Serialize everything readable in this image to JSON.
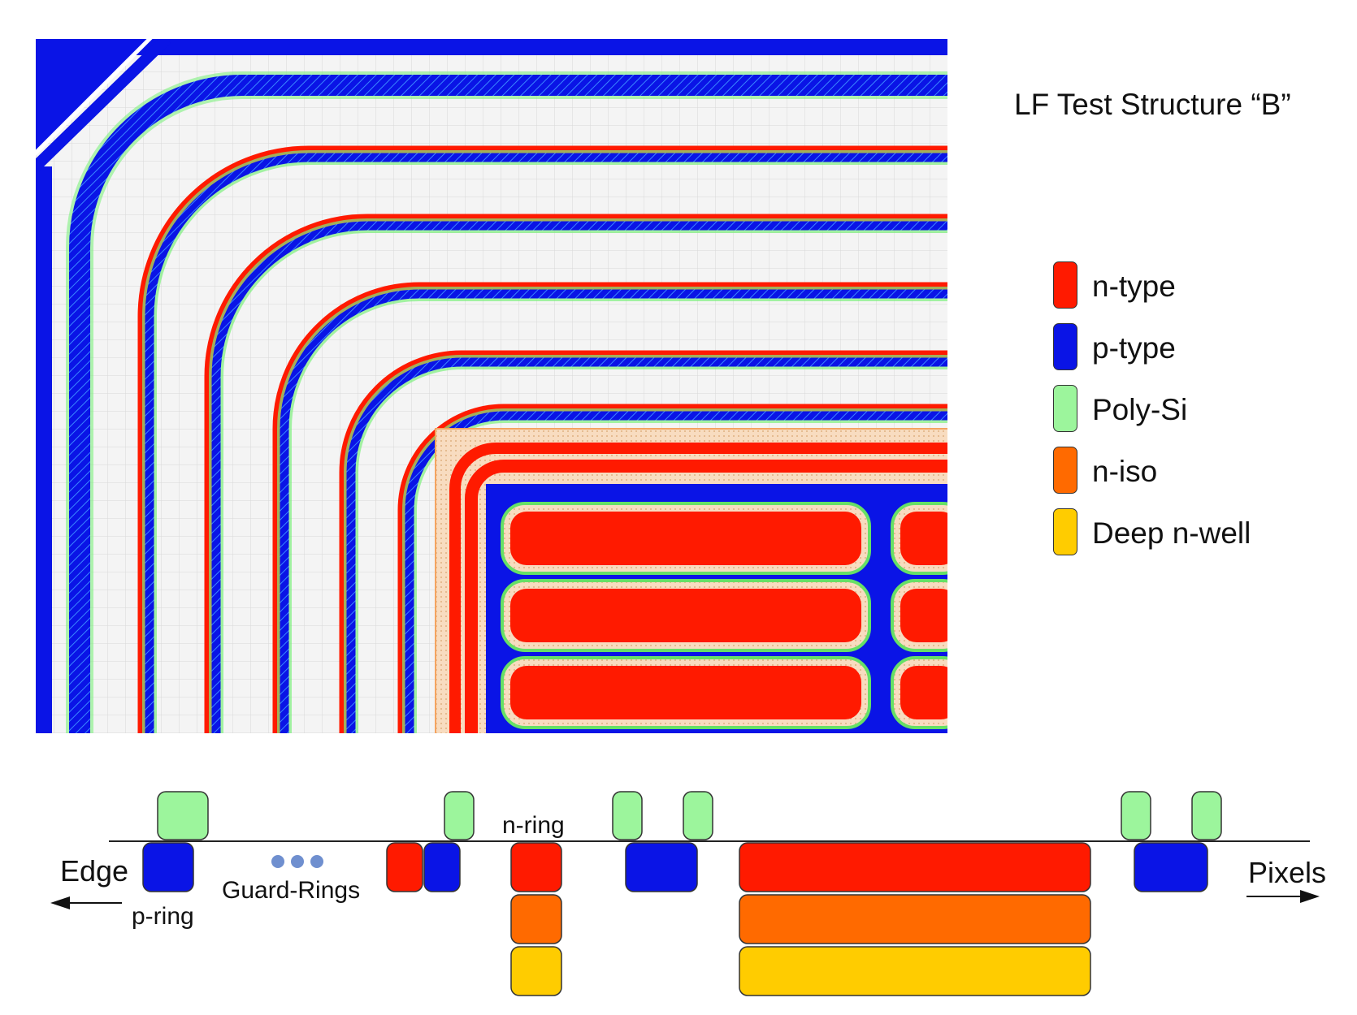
{
  "title": "LF Test Structure “B”",
  "legend": [
    {
      "label": "n-type",
      "color": "#ff1a00"
    },
    {
      "label": "p-type",
      "color": "#0a14e6"
    },
    {
      "label": "Poly-Si",
      "color": "#9cf59c"
    },
    {
      "label": "n-iso",
      "color": "#ff6a00"
    },
    {
      "label": "Deep n-well",
      "color": "#ffcc00"
    }
  ],
  "cross_section": {
    "edge_label": "Edge",
    "pixels_label": "Pixels",
    "p_ring_label": "p-ring",
    "guard_rings_label": "Guard-Rings",
    "n_ring_label": "n-ring"
  },
  "colors": {
    "ntype": "#ff1a00",
    "ptype": "#0a14e6",
    "poly": "#9cf59c",
    "niso": "#ff6a00",
    "dnw": "#ffcc00",
    "guard_dot": "#6f8fcf",
    "implant": "#f8dcc0"
  }
}
